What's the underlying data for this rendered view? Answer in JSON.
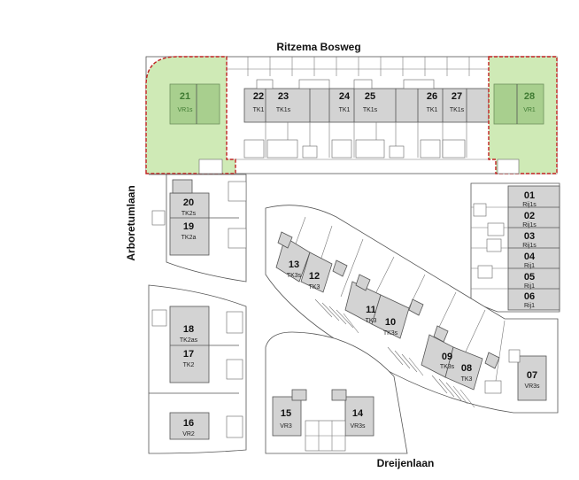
{
  "streets": {
    "north": "Ritzema Bosweg",
    "west": "Arboretumlaan",
    "south": "Dreijenlaan"
  },
  "colors": {
    "available": "#cfeab6",
    "available_text": "#3f7a32",
    "boundary": "#c02020",
    "house": "#d3d3d3"
  },
  "lots": [
    {
      "number": "01",
      "type": "Rij1s"
    },
    {
      "number": "02",
      "type": "Rij1s"
    },
    {
      "number": "03",
      "type": "Rij1s"
    },
    {
      "number": "04",
      "type": "Rij1"
    },
    {
      "number": "05",
      "type": "Rij1"
    },
    {
      "number": "06",
      "type": "Rij1"
    },
    {
      "number": "07",
      "type": "VR3s"
    },
    {
      "number": "08",
      "type": "TK3"
    },
    {
      "number": "09",
      "type": "TK3s"
    },
    {
      "number": "10",
      "type": "TK3s"
    },
    {
      "number": "11",
      "type": "TK3"
    },
    {
      "number": "12",
      "type": "TK3"
    },
    {
      "number": "13",
      "type": "TK3s"
    },
    {
      "number": "14",
      "type": "VR3s"
    },
    {
      "number": "15",
      "type": "VR3"
    },
    {
      "number": "16",
      "type": "VR2"
    },
    {
      "number": "17",
      "type": "TK2"
    },
    {
      "number": "18",
      "type": "TK2as"
    },
    {
      "number": "19",
      "type": "TK2a"
    },
    {
      "number": "20",
      "type": "TK2s"
    },
    {
      "number": "21",
      "type": "VR1s",
      "highlighted": true
    },
    {
      "number": "22",
      "type": "TK1"
    },
    {
      "number": "23",
      "type": "TK1s"
    },
    {
      "number": "24",
      "type": "TK1"
    },
    {
      "number": "25",
      "type": "TK1s"
    },
    {
      "number": "26",
      "type": "TK1"
    },
    {
      "number": "27",
      "type": "TK1s"
    },
    {
      "number": "28",
      "type": "VR1",
      "highlighted": true
    }
  ]
}
